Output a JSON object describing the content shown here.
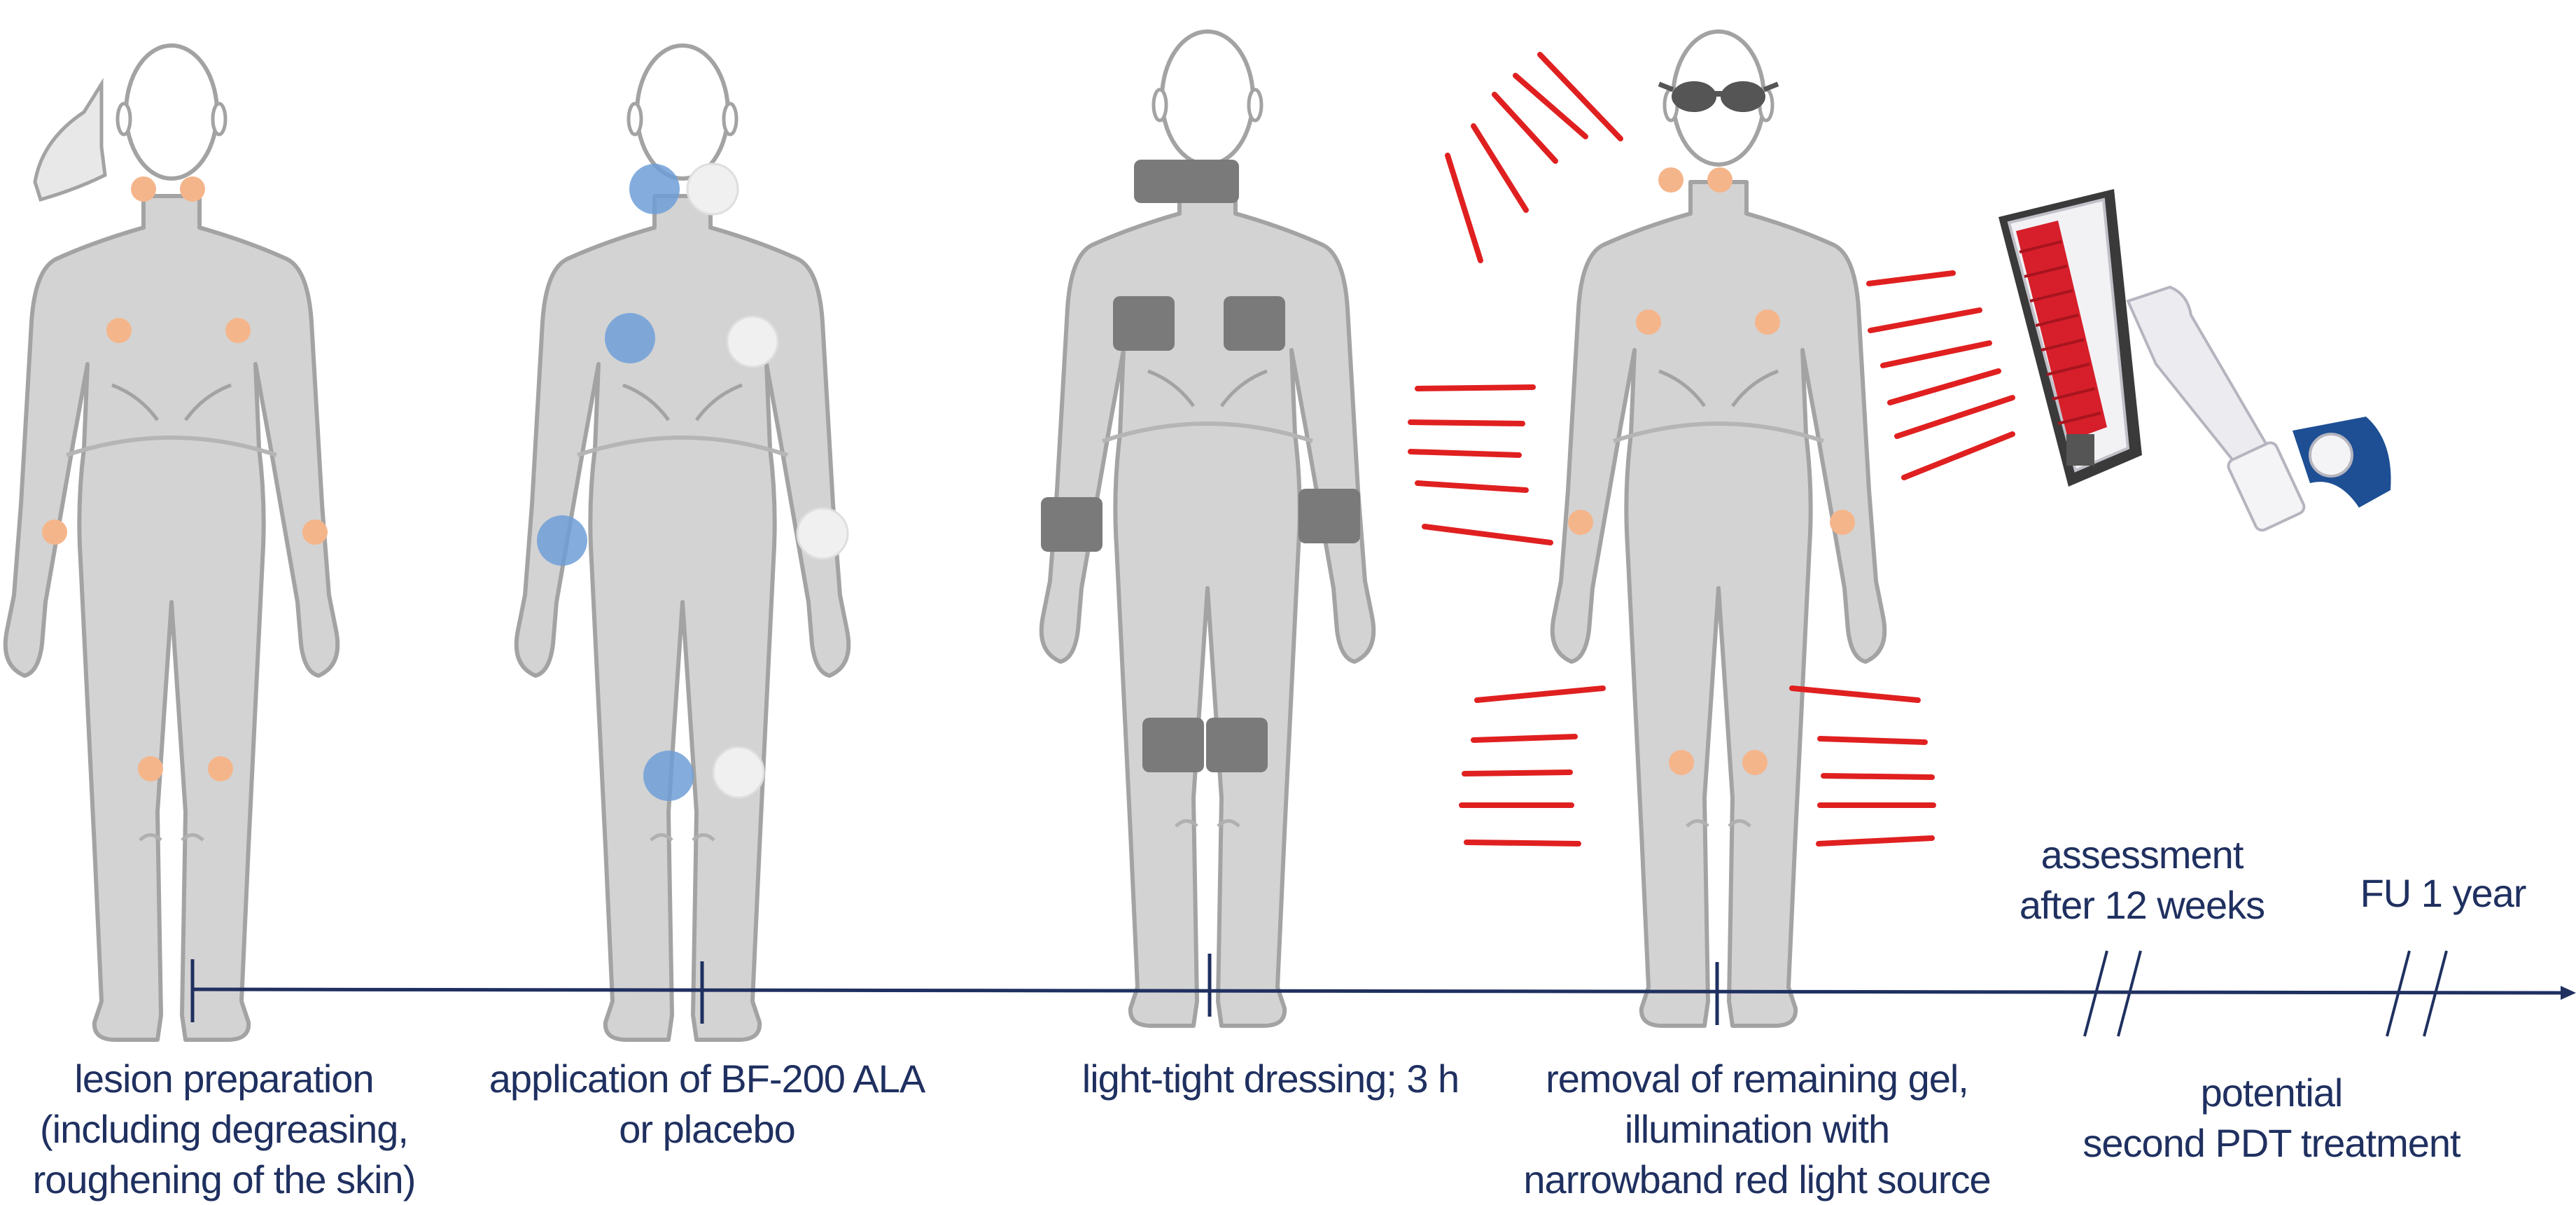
{
  "steps": [
    {
      "lines": [
        "lesion preparation",
        "(including degreasing,",
        "roughening of the skin)"
      ]
    },
    {
      "lines": [
        "application of BF-200 ALA",
        "or placebo"
      ]
    },
    {
      "lines": [
        "light-tight dressing; 3 h"
      ]
    },
    {
      "lines": [
        "removal of remaining gel,",
        "illumination with",
        "narrowband red light source"
      ]
    }
  ],
  "later": {
    "assessment": [
      "assessment",
      "after 12 weeks"
    ],
    "followup": "FU 1 year",
    "second_pdt": [
      "potential",
      "second PDT treatment"
    ]
  },
  "colors": {
    "timeline": "#1f3060",
    "skin": "#d3d3d3",
    "outline": "#a3a3a3",
    "lesion": "#f5b58a",
    "drug": "#6e9fd8",
    "placebo": "#f0f0f0",
    "dressing": "#7a7a7a",
    "light": "#e02020"
  }
}
